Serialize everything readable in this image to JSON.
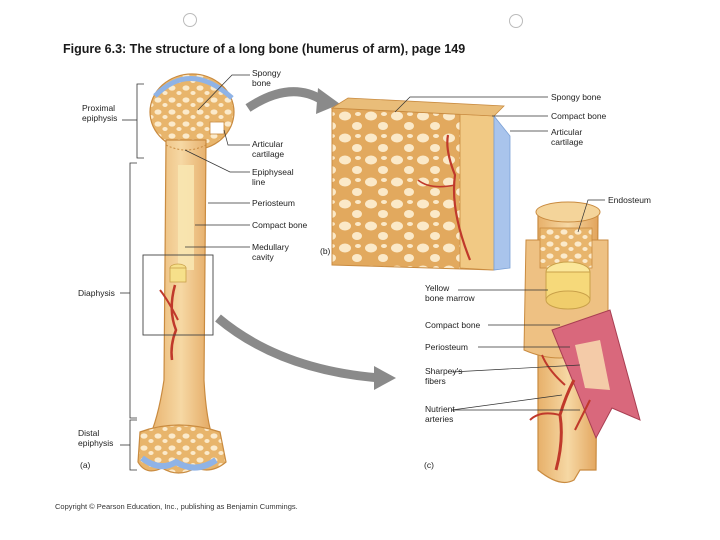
{
  "figure": {
    "title": "Figure 6.3: The structure of a long bone (humerus of arm), page 149",
    "copyright": "Copyright © Pearson Education, Inc., publishing as Benjamin Cummings."
  },
  "panel_a": {
    "letter": "(a)",
    "left_labels": {
      "proximal": "Proximal\nepiphysis",
      "diaphysis": "Diaphysis",
      "distal": "Distal\nepiphysis"
    },
    "right_labels": {
      "spongy": "Spongy\nbone",
      "articular": "Articular\ncartilage",
      "epiphyseal": "Epiphyseal\nline",
      "periosteum": "Periosteum",
      "compact": "Compact bone",
      "medullary": "Medullary\ncavity"
    }
  },
  "panel_b": {
    "letter": "(b)",
    "labels": {
      "spongy": "Spongy bone",
      "compact": "Compact bone",
      "articular": "Articular\ncartilage"
    }
  },
  "panel_c": {
    "letter": "(c)",
    "labels": {
      "endosteum": "Endosteum",
      "yellow_marrow": "Yellow\nbone marrow",
      "compact": "Compact bone",
      "periosteum": "Periosteum",
      "sharpeys": "Sharpey's\nfibers",
      "nutrient": "Nutrient\narteries"
    }
  },
  "colors": {
    "bone": "#f2c98a",
    "bone_dark": "#d99a4c",
    "cartilage": "#a9c4ec",
    "artery": "#c0392b",
    "marrow": "#f6e08a",
    "arrow": "#8a8a8a"
  }
}
